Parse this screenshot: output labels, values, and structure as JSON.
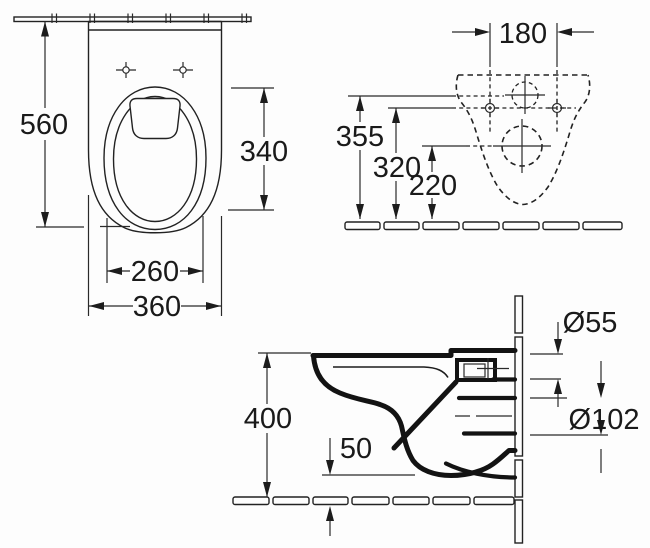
{
  "drawing": {
    "type": "technical-dimension-diagram",
    "subject": "wall-hung toilet installation drawing",
    "colors": {
      "line": "#1c1c1c",
      "background": "#fdfdfd"
    },
    "top_view": {
      "depth": "560",
      "bowl_depth": "340",
      "seat_width": "260",
      "width": "360"
    },
    "rear_view": {
      "hole_spacing": "180",
      "inlet_height": "355",
      "hole_height": "320",
      "outlet_height": "220"
    },
    "side_view": {
      "rim_height": "400",
      "clearance": "50",
      "inlet_dia": "Ø55",
      "outlet_dia": "Ø102"
    }
  }
}
